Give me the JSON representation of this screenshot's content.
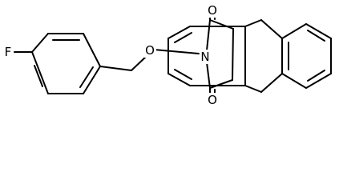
{
  "figure": {
    "type": "chemical-structure",
    "atoms": {
      "fluorine": "F",
      "ether_oxygen": "O",
      "imide_nitrogen": "N",
      "carbonyl_oxygen_top": "O",
      "carbonyl_oxygen_bottom": "O"
    },
    "colors": {
      "bond": "#000000",
      "background": "#ffffff"
    }
  }
}
